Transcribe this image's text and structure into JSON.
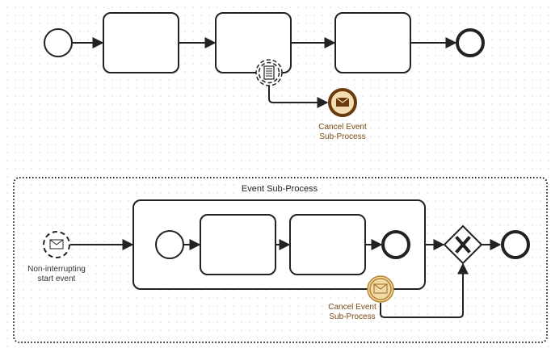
{
  "diagram": {
    "type": "BPMN",
    "top_process": {
      "elements": [
        {
          "id": "start-1",
          "kind": "start-event",
          "label": ""
        },
        {
          "id": "task-1",
          "kind": "task",
          "label": ""
        },
        {
          "id": "task-2",
          "kind": "task",
          "label": ""
        },
        {
          "id": "task-3",
          "kind": "task",
          "label": ""
        },
        {
          "id": "end-1",
          "kind": "end-event",
          "label": ""
        }
      ],
      "boundary_event": {
        "kind": "non-interrupting-conditional-boundary",
        "attached_to": "task-2"
      },
      "cancel_event": {
        "kind": "message-end-event",
        "label_line1": "Cancel Event",
        "label_line2": "Sub-Process"
      }
    },
    "event_subprocess": {
      "title": "Event Sub-Process",
      "start_event": {
        "kind": "non-interrupting-message-start",
        "label_line1": "Non-interrupting",
        "label_line2": "start event"
      },
      "inner_subprocess": {
        "elements": [
          {
            "kind": "start-event",
            "label": ""
          },
          {
            "kind": "task",
            "label": ""
          },
          {
            "kind": "task",
            "label": ""
          },
          {
            "kind": "end-event",
            "label": ""
          }
        ]
      },
      "boundary_event": {
        "kind": "interrupting-message-boundary",
        "label_line1": "Cancel Event",
        "label_line2": "Sub-Process"
      },
      "gateway": {
        "kind": "exclusive-gateway",
        "symbol": "X"
      },
      "end_event": {
        "kind": "end-event",
        "label": ""
      }
    },
    "colors": {
      "stroke": "#222222",
      "cancel_fill": "#f4ddb3",
      "cancel_stroke": "#7a4a12",
      "cancel_icon": "#6b3a0c",
      "label_brown": "#7a4a12",
      "boundary_fill": "#f1d9a8",
      "boundary_stroke": "#b8842f"
    }
  }
}
